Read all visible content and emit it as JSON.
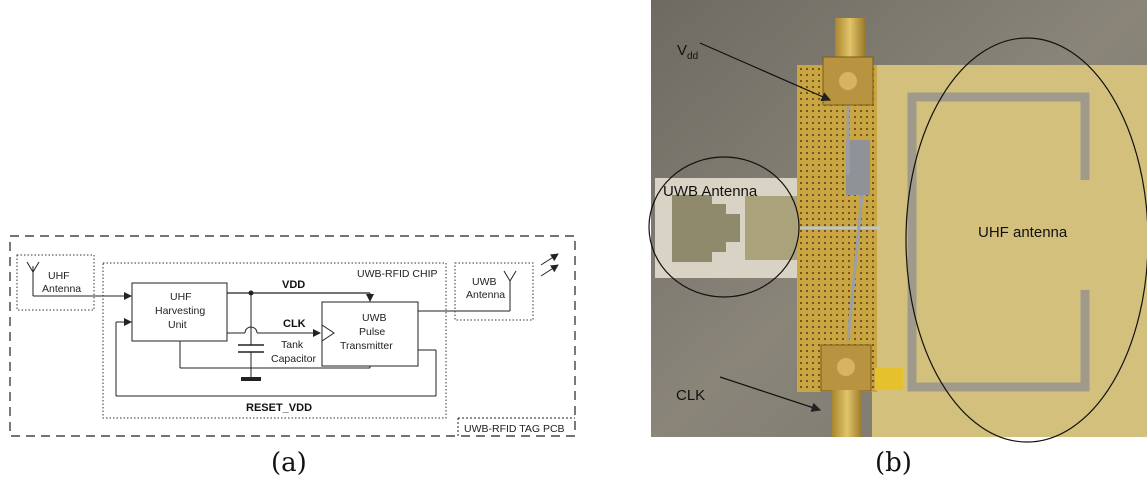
{
  "panel_a": {
    "caption": "(a)",
    "pcb_label": "UWB-RFID TAG PCB",
    "chip_label": "UWB-RFID CHIP",
    "uhf_antenna": [
      "UHF",
      "Antenna"
    ],
    "harvesting_unit": [
      "UHF",
      "Harvesting",
      "Unit"
    ],
    "pulse_transmitter": [
      "UWB",
      "Pulse",
      "Transmitter"
    ],
    "uwb_antenna": [
      "UWB",
      "Antenna"
    ],
    "tank_capacitor": [
      "Tank",
      "Capacitor"
    ],
    "vdd": "VDD",
    "clk": "CLK",
    "reset_vdd": "RESET_VDD"
  },
  "panel_b": {
    "caption": "(b)",
    "vdd_label": "V",
    "vdd_subscript": "dd",
    "uwb_antenna_label": "UWB Antenna",
    "uhf_antenna_label": "UHF antenna",
    "clk_label": "CLK"
  }
}
